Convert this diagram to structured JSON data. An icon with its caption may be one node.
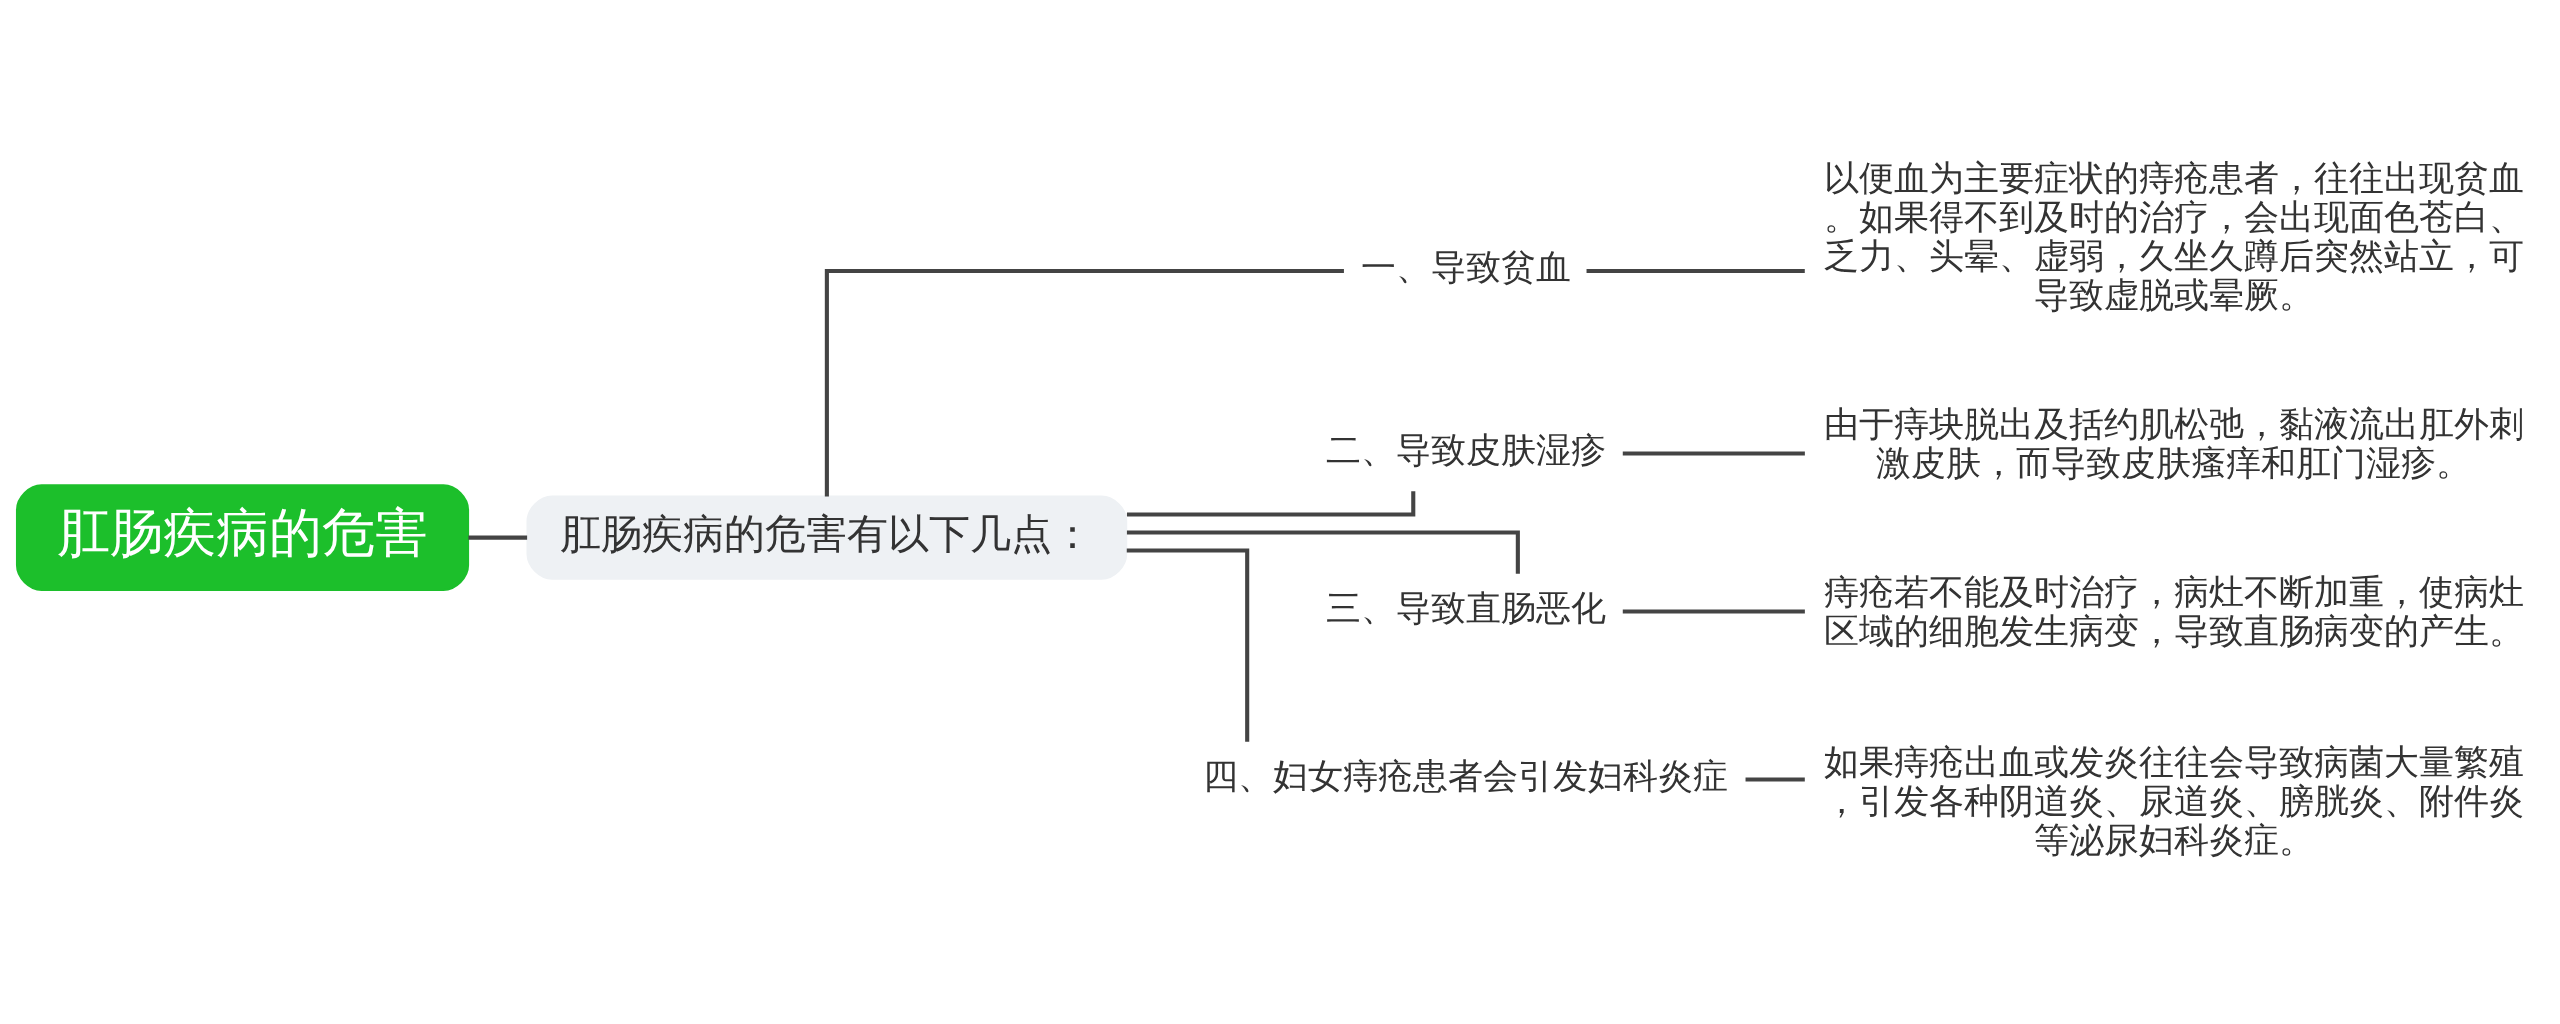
{
  "diagram": {
    "nodes": [
      {
        "text": [
          "肛肠疾病的危害"
        ]
      },
      {
        "text": [
          "肛肠疾病的危害有以下几点："
        ]
      },
      {
        "text": [
          "一、导致贫血"
        ]
      },
      {
        "text": [
          "二、导致皮肤湿疹"
        ]
      },
      {
        "text": [
          "三、导致直肠恶化"
        ]
      },
      {
        "text": [
          "四、妇女痔疮患者会引发妇科炎症"
        ]
      },
      {
        "text": [
          "以便血为主要症状的痔疮患者，往往出现贫血。如果得不到及时的治疗，会出现面色苍白、乏力、头晕、虚弱，久坐久蹲后突然站立，可导致虚脱或晕厥。"
        ]
      },
      {
        "text": [
          "由于痔块脱出及括约肌松弛，黏液流出肛外刺激皮肤，而导致皮肤瘙痒和肛门湿疹。"
        ]
      },
      {
        "text": [
          "痔疮若不能及时治疗，病灶不断加重，使病灶区域的细胞发生病变，导致直肠病变的产生。"
        ]
      },
      {
        "text": [
          "如果痔疮出血或发炎往往会导致病菌大量繁殖，引发各种阴道炎、尿道炎、膀胱炎、附件炎等泌尿妇科炎症。"
        ]
      }
    ],
    "edges": [
      {
        "from": 0,
        "to": 1,
        "arrow": "none"
      },
      {
        "from": 1,
        "to": 2,
        "arrow": "none"
      },
      {
        "from": 1,
        "to": 3,
        "arrow": "none"
      },
      {
        "from": 1,
        "to": 4,
        "arrow": "none"
      },
      {
        "from": 1,
        "to": 5,
        "arrow": "none"
      },
      {
        "from": 2,
        "to": 6,
        "arrow": "none"
      },
      {
        "from": 3,
        "to": 7,
        "arrow": "none"
      },
      {
        "from": 4,
        "to": 8,
        "arrow": "none"
      },
      {
        "from": 5,
        "to": 9,
        "arrow": "none"
      }
    ]
  }
}
